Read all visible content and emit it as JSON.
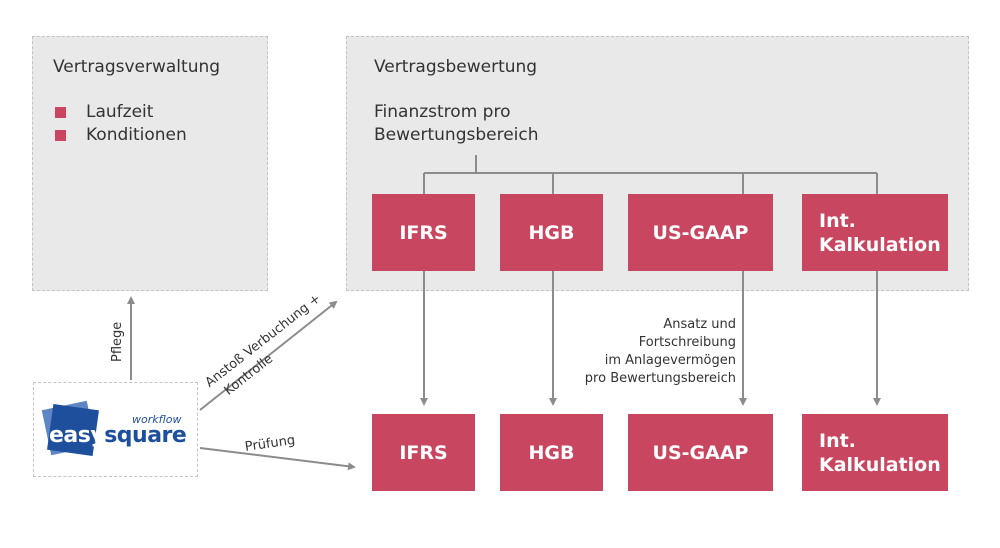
{
  "contract_management": {
    "title": "Vertragsverwaltung",
    "items": [
      {
        "label": "Laufzeit"
      },
      {
        "label": "Konditionen"
      }
    ]
  },
  "contract_valuation": {
    "title": "Vertragsbewertung",
    "subtitle_line1": "Finanzstrom pro",
    "subtitle_line2": "Bewertungsbereich"
  },
  "valuation_areas_top": [
    {
      "line1": "IFRS"
    },
    {
      "line1": "HGB"
    },
    {
      "line1": "US-GAAP"
    },
    {
      "line1": "Int.",
      "line2": "Kalkulation"
    }
  ],
  "valuation_areas_bottom": [
    {
      "line1": "IFRS"
    },
    {
      "line1": "HGB"
    },
    {
      "line1": "US-GAAP"
    },
    {
      "line1": "Int.",
      "line2": "Kalkulation"
    }
  ],
  "edges": {
    "maintenance": "Pflege",
    "trigger_line1": "Anstoß Verbuchung +",
    "trigger_line2": "Kontrolle",
    "review": "Prüfung"
  },
  "asset_note": {
    "line1": "Ansatz und",
    "line2": "Fortschreibung",
    "line3": "im Anlagevermögen",
    "line4": "pro Bewertungsbereich"
  },
  "logo": {
    "small_text": "workflow",
    "brand_part1": "easy",
    "brand_part2": "square"
  },
  "colors": {
    "accent": "#c84660",
    "panel_bg": "#e9e9e9",
    "connector": "#8c8c8c",
    "logo_blue": "#1d4f9c"
  }
}
